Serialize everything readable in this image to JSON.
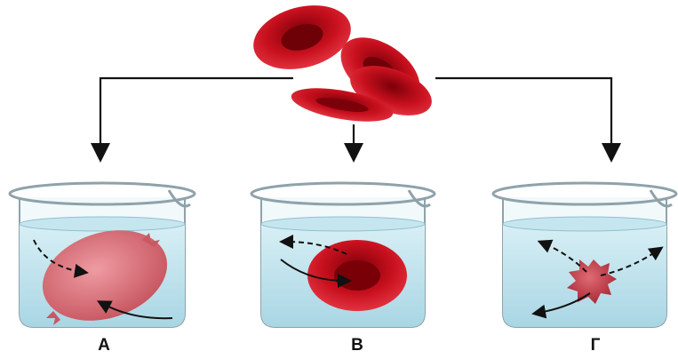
{
  "beakers": [
    {
      "label": "А",
      "cell_state": "swollen"
    },
    {
      "label": "В",
      "cell_state": "normal"
    },
    {
      "label": "Г",
      "cell_state": "shrunken"
    }
  ],
  "colors": {
    "blood_cell": "#c8101e",
    "swollen_cell": "#d9767f",
    "shrunken_cell": "#c2414d",
    "water": "#bfe3ee",
    "glass_outline": "#8fa2aa",
    "arrow": "#111111"
  }
}
